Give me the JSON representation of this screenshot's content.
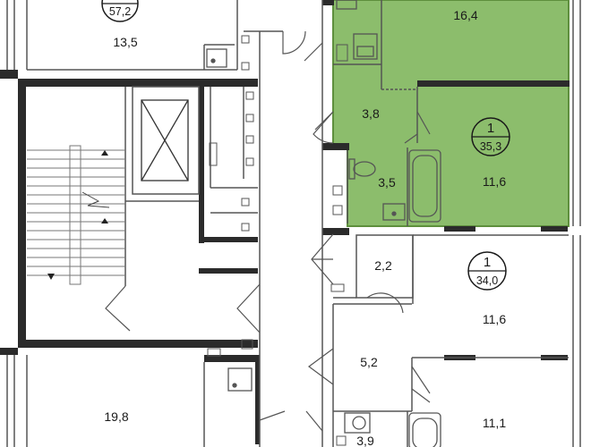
{
  "rooms": {
    "r13_5": "13,5",
    "r16_4": "16,4",
    "r3_8": "3,8",
    "r3_5": "3,5",
    "r11_6_top": "11,6",
    "r2_2": "2,2",
    "r11_6_mid": "11,6",
    "r5_2": "5,2",
    "r19_8": "19,8",
    "r11_1": "11,1",
    "r3_9": "3,9"
  },
  "apartments": [
    {
      "id": "apt-top-left",
      "rooms": "",
      "area": "57,2"
    },
    {
      "id": "apt-highlighted",
      "rooms": "1",
      "area": "35,3"
    },
    {
      "id": "apt-middle-right",
      "rooms": "1",
      "area": "34,0"
    }
  ],
  "colors": {
    "highlight_fill": "#8cbd6c",
    "highlight_line": "#5e8f3d",
    "wall": "#2b2b2b",
    "thin_line": "#555555",
    "background": "#ffffff"
  },
  "icons": [
    "stair-arrow-up-icon",
    "stair-arrow-down-icon",
    "elevator-shaft-icon",
    "bathtub-icon",
    "toilet-icon",
    "sink-icon"
  ]
}
